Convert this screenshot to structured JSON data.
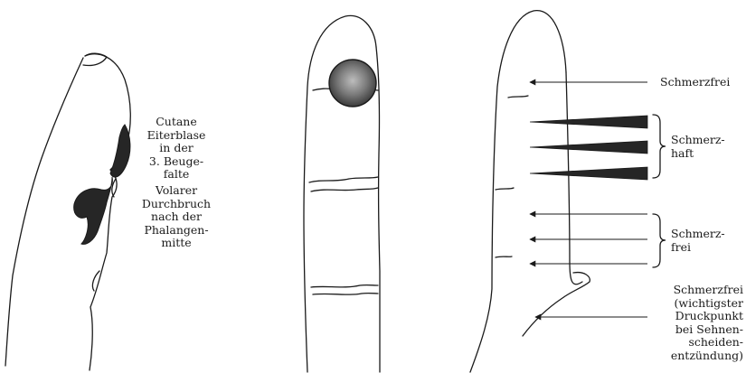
{
  "panels": {
    "left": {
      "label_blister": "Cutane\nEiterblase\nin der\n3. Beuge-\nfalte",
      "label_rupture": "Volarer\nDurchbruch\nnach der\nPhalangen-\nmitte"
    },
    "right": {
      "label_top": "Schmerzfrei",
      "label_painful": "Schmerz-\nhaft",
      "label_painfree": "Schmerz-\nfrei",
      "label_bottom": "Schmerzfrei\n(wichtigster\nDruckpunkt\nbei Sehnen-\nscheiden-\nentzündung)"
    }
  },
  "colors": {
    "ink": "#1a1a1a",
    "fill": "#262626",
    "abscess": "#6e6e6e"
  }
}
